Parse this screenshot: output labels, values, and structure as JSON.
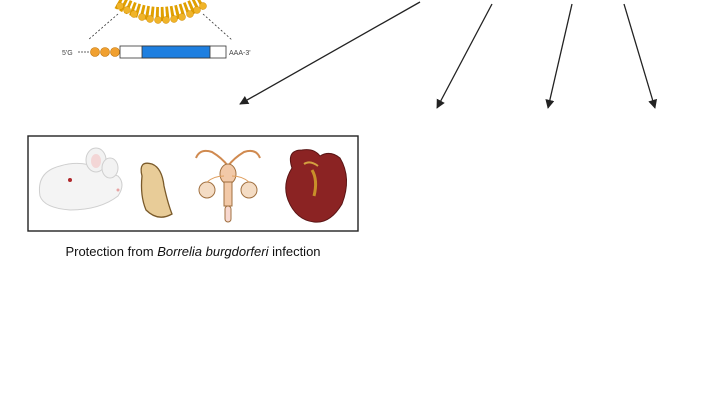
{
  "caption": {
    "prefix": "Protection from ",
    "organism": "Borrelia burgdorferi",
    "suffix": " infection"
  },
  "mrna": {
    "five_prime": "5'G",
    "three_prime": "AAA-3'"
  },
  "colors": {
    "lipid_head": "#f0b429",
    "coding_region": "#1e7fe0",
    "cap": "#f0a030",
    "tissue_red": "#8b2323",
    "spleen": "#7a1f2b",
    "bone": "#e8c39a",
    "lymph_node_green": "#8cc63f",
    "cell_beige": "#f7dca0",
    "cell_purple": "#8a63c9"
  },
  "icons": [
    "lipid-nanoparticle-icon",
    "mouse-icon",
    "skin-icon",
    "reproductive-tract-icon",
    "heart-icon",
    "lymph-node-icon",
    "spleen-icon",
    "bone-icon",
    "b-cell-cluster-icon",
    "plasma-cell-cluster-icon"
  ]
}
